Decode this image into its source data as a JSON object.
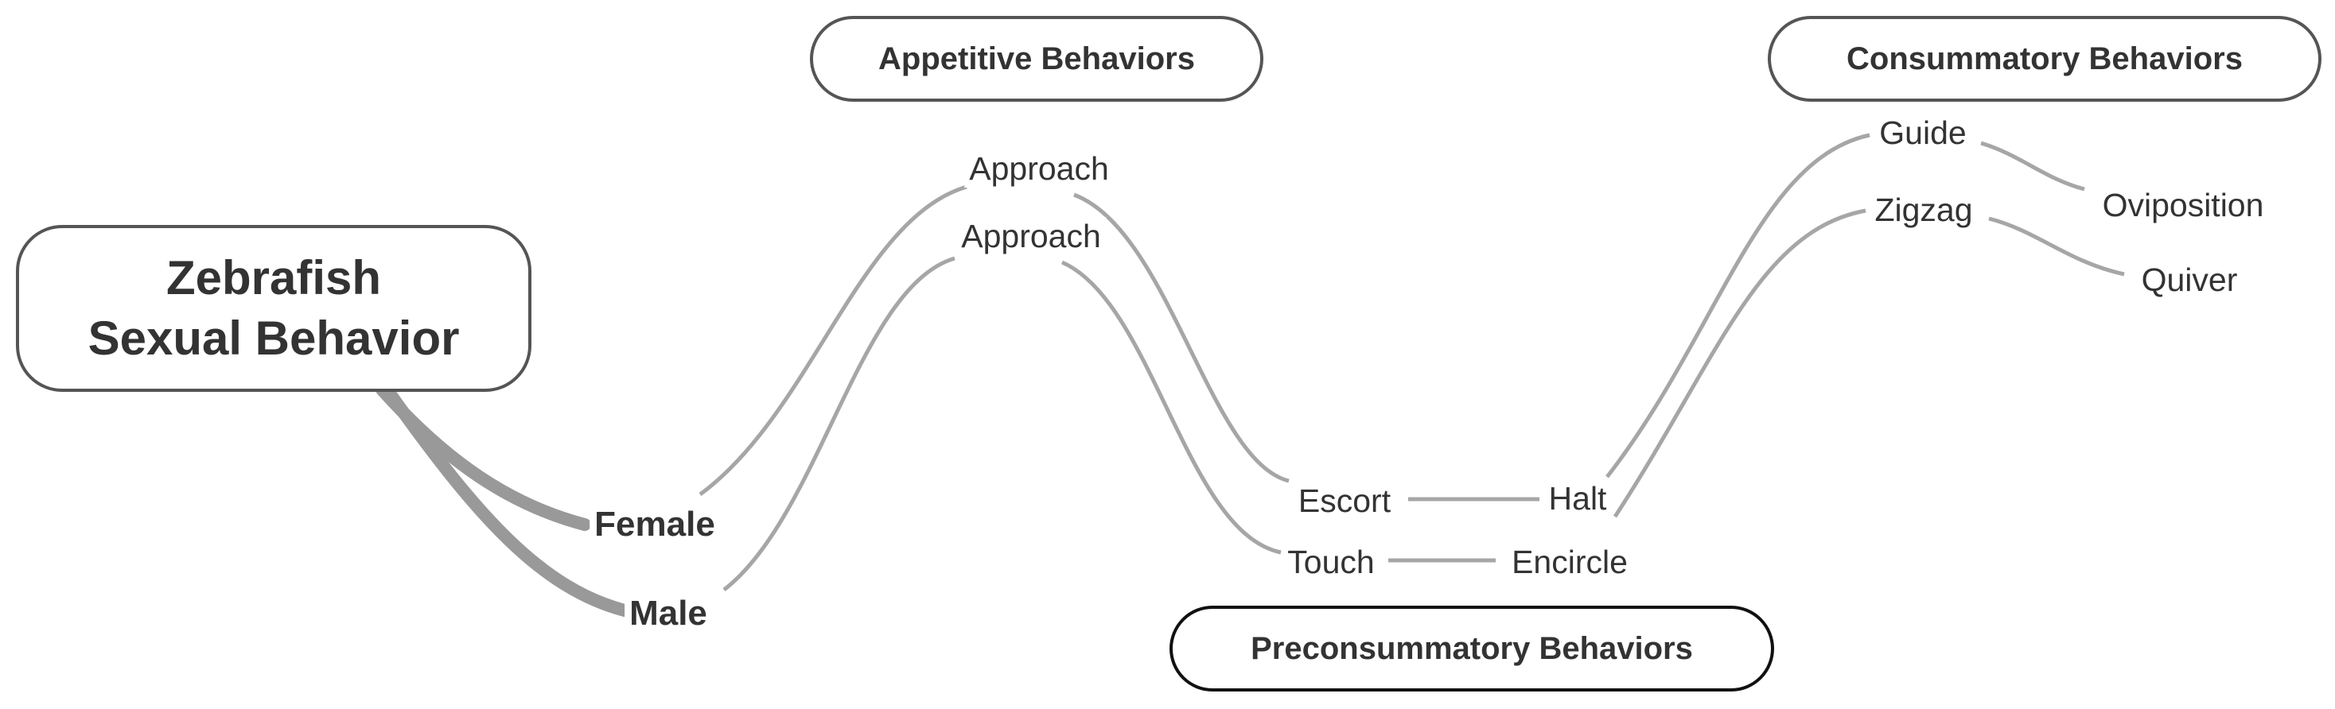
{
  "root": {
    "line1": "Zebrafish",
    "line2": "Sexual Behavior"
  },
  "categories": {
    "appetitive": "Appetitive Behaviors",
    "preconsummatory": "Preconsummatory Behaviors",
    "consummatory": "Consummatory Behaviors"
  },
  "female": {
    "label": "Female",
    "steps": [
      "Approach",
      "Escort",
      "Halt",
      "Guide",
      "Oviposition"
    ]
  },
  "male": {
    "label": "Male",
    "steps": [
      "Approach",
      "Touch",
      "Encircle",
      "Zigzag",
      "Quiver"
    ]
  },
  "colors": {
    "link": "#a6a6a6",
    "root_link": "#999999",
    "text": "#333333",
    "border": "#555555"
  }
}
